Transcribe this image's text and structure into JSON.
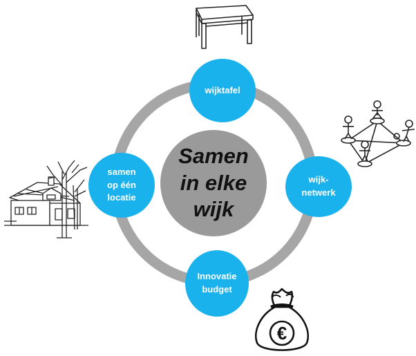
{
  "center": {
    "text": "Samen\nin elke\nwijk"
  },
  "nodes": {
    "top": {
      "label": "wijktafel"
    },
    "right": {
      "label": "wijk-\nnetwerk"
    },
    "bottom": {
      "label": "Innovatie\nbudget"
    },
    "left": {
      "label": "samen\nop één\nlocatie"
    }
  },
  "money_bag": {
    "symbol": "€"
  },
  "colors": {
    "node_fill": "#1ab2ec",
    "ring": "#a6a6a6",
    "center_fill": "#9a9a9a"
  },
  "illustrations": {
    "table": "table-sketch",
    "people_network": "stick-figure-network-sketch",
    "house": "house-with-trees-sketch",
    "money_bag": "euro-money-bag-sketch"
  }
}
